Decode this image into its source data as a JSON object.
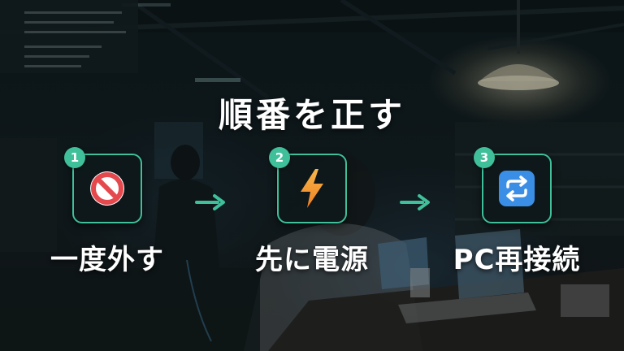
{
  "title": "順番を正す",
  "steps": [
    {
      "number": "1",
      "label": "一度外す",
      "icon": "prohibited-icon"
    },
    {
      "number": "2",
      "label": "先に電源",
      "icon": "lightning-bolt-icon"
    },
    {
      "number": "3",
      "label": "PC再接続",
      "icon": "repeat-arrows-icon"
    }
  ],
  "colors": {
    "accent": "#3fbf9a",
    "text": "#ffffff",
    "prohibit_red": "#e5484d",
    "bolt_orange": "#f5a623",
    "repeat_blue": "#3a8ee6"
  }
}
